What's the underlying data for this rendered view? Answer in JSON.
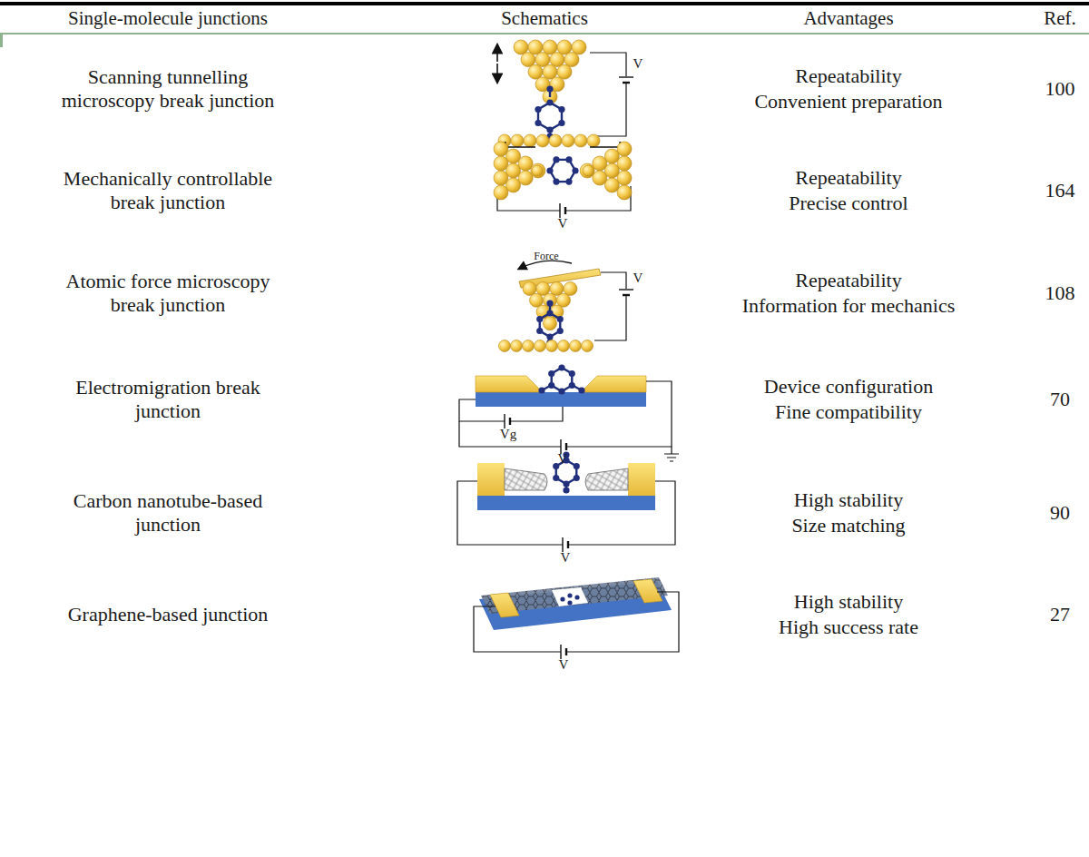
{
  "diagram": {
    "labels": [
      "Single-molecule junctions",
      "Schematics",
      "Advantages",
      "Ref.",
      "Scanning tunnelling microscopy break junction",
      "Repeatability",
      "Convenient preparation",
      "100",
      "Mechanically controllable break junction",
      "Repeatability",
      "Precise control",
      "164",
      "Atomic force microscopy break junction",
      "Repeatability",
      "Information for mechanics",
      "108",
      "Electromigration break junction",
      "Device configuration",
      "Fine compatibility",
      "70",
      "Carbon nanotube-based junction",
      "High stability",
      "Size matching",
      "90",
      "Graphene-based junction",
      "High stability",
      "High success rate",
      "27",
      "V",
      "V",
      "Force",
      "V",
      "Vg",
      "V",
      "V",
      "V"
    ]
  }
}
